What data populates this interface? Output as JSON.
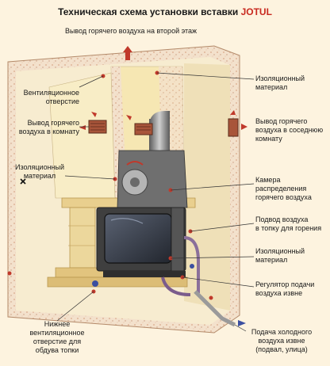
{
  "title": {
    "text": "Техническая схема установки вставки",
    "brand": "JOTUL"
  },
  "labels": {
    "hot_air_upstairs": "Вывод горячего воздуха на второй этаж",
    "vent_opening": "Вентиляционное\nотверстие",
    "hot_air_room": "Вывод горячего\nвоздуха в комнату",
    "insulation_left": "Изоляционный\nматериал",
    "insulation_top_right": "Изоляционный\nматериал",
    "hot_air_neighbor": "Вывод горячего\nвоздуха в соседнюю\nкомнату",
    "distribution_chamber": "Камера\nраспределения\nгорячего воздуха",
    "air_supply_firebox": "Подвод воздуха\nв топку для горения",
    "insulation_bottom_right": "Изоляционный\nматериал",
    "outside_air_regulator": "Регулятор подачи\nвоздуха извне",
    "lower_vent": "Нижнее\nвентиляционное\nотверстие для\nобдува топки",
    "cold_air_supply": "Подача холодного\nвоздуха извне\n(подвал, улица)"
  },
  "colors": {
    "background": "#fdf3df",
    "wall_inner": "#f6e7b3",
    "wall_speckle": "#f1dcc8",
    "stone": "#e9cf8e",
    "stone_dark": "#cfae62",
    "metal": "#8a8a8a",
    "metal_dark": "#4a4a4a",
    "glass": "#3b4250",
    "arrow_red": "#c0392b",
    "label_line": "#333333",
    "brand": "#c8291f"
  }
}
